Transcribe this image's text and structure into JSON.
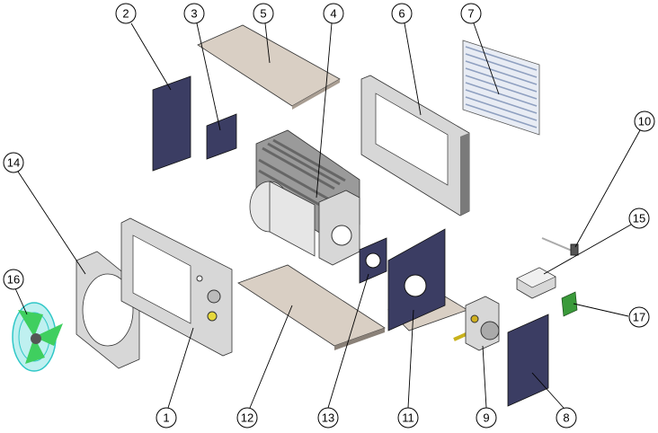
{
  "diagram": {
    "type": "exploded-assembly-view",
    "callouts": [
      {
        "label": "1"
      },
      {
        "label": "2"
      },
      {
        "label": "3"
      },
      {
        "label": "4"
      },
      {
        "label": "5"
      },
      {
        "label": "6"
      },
      {
        "label": "7"
      },
      {
        "label": "8"
      },
      {
        "label": "9"
      },
      {
        "label": "10"
      },
      {
        "label": "11"
      },
      {
        "label": "12"
      },
      {
        "label": "13"
      },
      {
        "label": "14"
      },
      {
        "label": "15"
      },
      {
        "label": "16"
      },
      {
        "label": "17"
      }
    ],
    "colors": {
      "panel": "#3b3d63",
      "plate": "#d9cfc4",
      "frame": "#d7d7d7",
      "fan": "#2fc7c7",
      "pcb": "#3a9a3a"
    }
  }
}
